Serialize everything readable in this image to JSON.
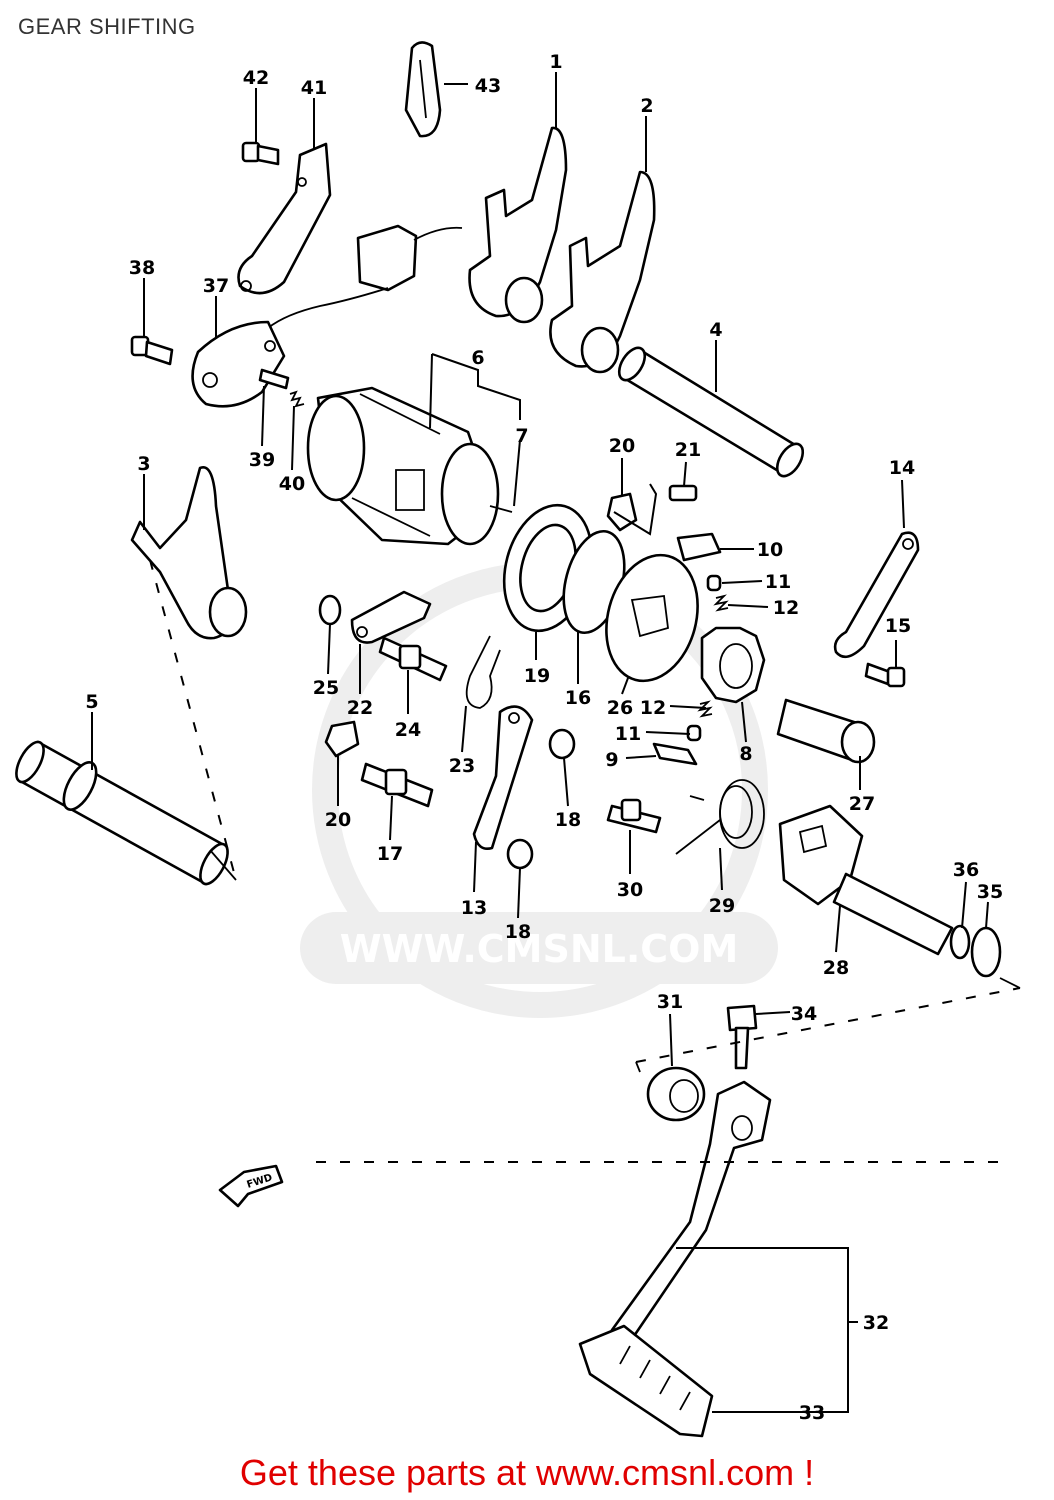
{
  "page": {
    "title": "GEAR SHIFTING"
  },
  "watermark": {
    "text": "WWW.CMSNL.COM"
  },
  "fwd_label": "FWD",
  "footer": {
    "text": "Get these parts at www.cmsnl.com !"
  },
  "callouts": {
    "c1": "1",
    "c2": "2",
    "c3": "3",
    "c4": "4",
    "c5": "5",
    "c6": "6",
    "c7": "7",
    "c8": "8",
    "c9": "9",
    "c10": "10",
    "c11a": "11",
    "c11b": "11",
    "c12a": "12",
    "c12b": "12",
    "c13": "13",
    "c14": "14",
    "c15": "15",
    "c16": "16",
    "c17": "17",
    "c18a": "18",
    "c18b": "18",
    "c19": "19",
    "c20a": "20",
    "c20b": "20",
    "c21": "21",
    "c22": "22",
    "c23": "23",
    "c24": "24",
    "c25": "25",
    "c26": "26",
    "c27": "27",
    "c28": "28",
    "c29": "29",
    "c30": "30",
    "c31": "31",
    "c32": "32",
    "c33": "33",
    "c34": "34",
    "c35": "35",
    "c36": "36",
    "c37": "37",
    "c38": "38",
    "c39": "39",
    "c40": "40",
    "c41": "41",
    "c42": "42",
    "c43": "43"
  }
}
